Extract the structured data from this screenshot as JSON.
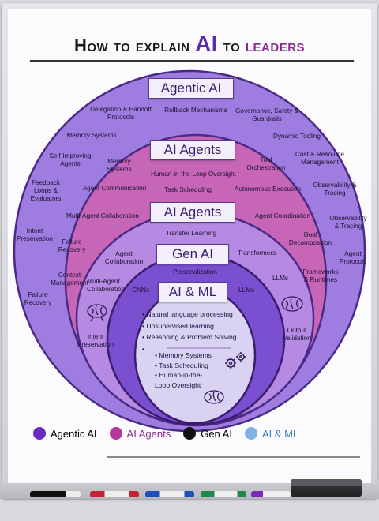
{
  "title": {
    "part1": "How to explain ",
    "part2": "AI",
    "part3": " to ",
    "part4": "leaders"
  },
  "layers": {
    "agentic": {
      "banner": "Agentic AI",
      "color": "#9f7de0",
      "items": [
        "Delegation & Handoff Protocols",
        "Rollback Mechanisms",
        "Governance, Safety & Guardrails",
        "Memory Systems",
        "Dynamic Tooling",
        "Self-Improving Agents",
        "Cost & Resource Management",
        "Feedback Loops & Evaluators",
        "Observability & Tracing",
        "Intent Preservation",
        "Observability & Tracing",
        "Agent Protocols",
        "Failure Recovery"
      ]
    },
    "agents": {
      "banner": "AI Agents",
      "color": "#c766b6",
      "items": [
        "Memory Systems",
        "Tool Orchestration",
        "Human-in-the-Loop Oversight",
        "Agent Communication",
        "Task Scheduling",
        "Autonomouc Execution",
        "Multi-Agent Collaboration",
        "Agent Coordination",
        "Failure Recovery",
        "Goal Decomposition",
        "Context Management",
        "Frameworks & Runtimes"
      ]
    },
    "agents2": {
      "banner": "AI Agents",
      "color": "#b68ae2",
      "items": [
        "Transfer Learning",
        "Agent Collaboration",
        "Transformers",
        "Multi-Agent Collaboration",
        "LLMs",
        "Intent Preservation",
        "Output Validation"
      ]
    },
    "genai": {
      "banner": "Gen AI",
      "color": "#7a4fd0",
      "items": [
        "Personalization",
        "CNNs",
        "LLMs"
      ]
    },
    "aiml": {
      "banner": "AI & ML",
      "color": "#d9d2f3",
      "items": [
        "Natural language processing",
        "Unsupervised learning",
        "Reasoning & Problem Solving"
      ],
      "sub_items": [
        "Memory Systems",
        "Task Scheduling",
        "Human-in-the-Loop Oversight"
      ]
    }
  },
  "legend": [
    {
      "label": "Agentic AI",
      "color": "#6a2bc2"
    },
    {
      "label": "AI Agents",
      "color": "#b2389e"
    },
    {
      "label": "Gen AI",
      "color": "#111111"
    },
    {
      "label": "AI & ML",
      "color": "#7fb3e6"
    }
  ],
  "icons": [
    "brain-icon",
    "gears-icon",
    "brain-icon"
  ]
}
